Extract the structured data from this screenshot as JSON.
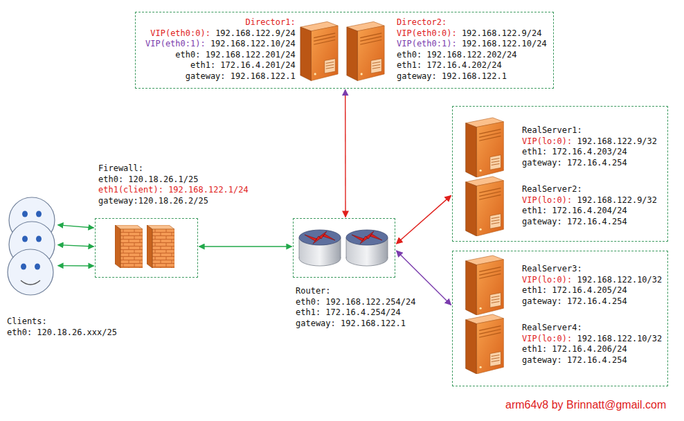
{
  "diagram": {
    "nodes": [
      {
        "text": [
          "Director1:",
          "VIP(eth0:0):",
          "192.168.122.9/24",
          "VIP(eth0:1):",
          "192.168.122.10/24",
          "eth0: 192.168.122.201/24",
          "eth1: 172.16.4.201/24",
          "gateway: 192.168.122.1",
          "Director2:",
          "VIP(eth0:0):",
          "192.168.122.9/24",
          "VIP(eth0:1):",
          "192.168.122.10/24",
          "eth0: 192.168.122.202/24",
          "eth1: 172.16.4.202/24",
          "gateway: 192.168.122.1"
        ]
      },
      {
        "text": [
          "RealServer1:",
          "VIP(lo:0):",
          "192.168.122.9/32",
          "eth1: 172.16.4.203/24",
          "gateway: 172.16.4.254",
          "RealServer2:",
          "VIP(lo:0):",
          "192.168.122.9/32",
          "eth1: 172.16.4.204/24",
          "gateway: 172.16.4.254"
        ]
      },
      {
        "text": [
          "Firewall:",
          "eth0: 120.18.26.1/25",
          "eth1(client): 192.168.122.1/24",
          "gateway:120.18.26.2/25"
        ]
      },
      {
        "text": [
          "Clients:",
          "eth0: 120.18.26.xxx/25"
        ]
      },
      {
        "text": [
          "Router:",
          "eth0: 192.168.122.254/24",
          "eth1: 172.16.4.254/24",
          "gateway: 192.168.122.1"
        ]
      },
      {
        "text": [
          "RealServer3:",
          "VIP(lo:0):",
          "192.168.122.10/32",
          "eth1: 172.16.4.205/24",
          "gateway: 172.16.4.254",
          "RealServer4:",
          "VIP(lo:0):",
          "192.168.122.10/32",
          "eth1: 172.16.4.206/24",
          "gateway: 172.16.4.254"
        ]
      }
    ],
    "edges": [
      {
        "from": 3,
        "to": 2,
        "arrow": "both"
      },
      {
        "from": 3,
        "to": 2,
        "arrow": "both"
      },
      {
        "from": 3,
        "to": 2,
        "arrow": "both"
      },
      {
        "from": 2,
        "to": 4,
        "arrow": "both"
      },
      {
        "from": 4,
        "to": 0,
        "arrow": "both"
      },
      {
        "from": 4,
        "to": 1,
        "arrow": "both"
      },
      {
        "from": 4,
        "to": 5,
        "arrow": "both"
      }
    ],
    "labels": [
      "arm64v8 by Brinnatt@gmail.com"
    ]
  }
}
